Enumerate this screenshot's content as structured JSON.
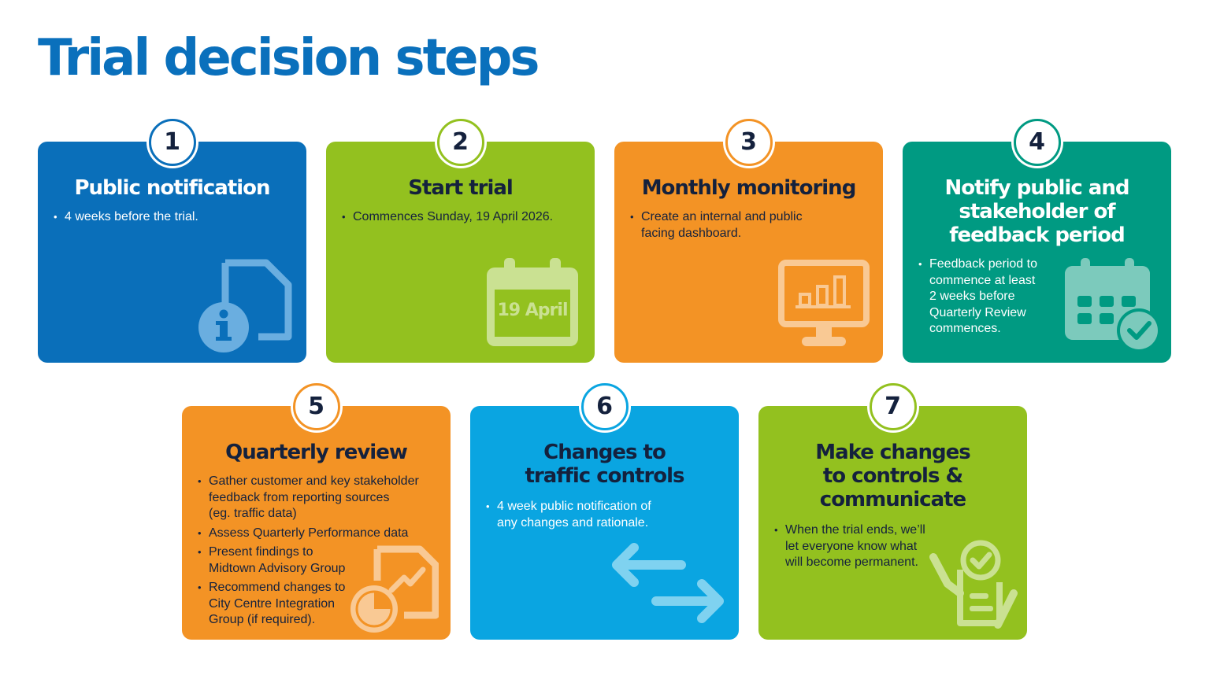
{
  "title": "Trial decision steps",
  "steps": [
    {
      "number": "1",
      "title": "Public notification",
      "bullets": [
        "4 weeks before the trial."
      ],
      "color": "#0a6fba",
      "icon": "document-info-icon"
    },
    {
      "number": "2",
      "title": "Start trial",
      "bullets": [
        "Commences Sunday, 19 April 2026."
      ],
      "color": "#93c11f",
      "icon": "calendar-icon",
      "icon_text": "19 April"
    },
    {
      "number": "3",
      "title": "Monthly monitoring",
      "bullets": [
        "Create an internal and public\nfacing dashboard."
      ],
      "color": "#f39325",
      "icon": "monitor-chart-icon"
    },
    {
      "number": "4",
      "title": "Notify public and\nstakeholder of\nfeedback period",
      "bullets": [
        "Feedback period to\ncommence at least\n2 weeks before\nQuarterly Review\ncommences."
      ],
      "color": "#009a82",
      "icon": "calendar-check-icon"
    },
    {
      "number": "5",
      "title": "Quarterly review",
      "bullets": [
        "Gather customer and key stakeholder\nfeedback from reporting sources\n(eg. traffic data)",
        "Assess Quarterly Performance data",
        "Present findings to\nMidtown Advisory Group",
        "Recommend changes to\nCity Centre Integration\nGroup (if required)."
      ],
      "color": "#f39325",
      "icon": "report-chart-icon"
    },
    {
      "number": "6",
      "title": "Changes to\ntraffic controls",
      "bullets": [
        "4 week public notification of\nany changes and rationale."
      ],
      "color": "#0aa5e1",
      "icon": "arrows-exchange-icon"
    },
    {
      "number": "7",
      "title": "Make changes\nto controls &\ncommunicate",
      "bullets": [
        "When the trial ends, we’ll\nlet everyone know what\nwill become permanent."
      ],
      "color": "#93c11f",
      "icon": "clipboard-check-icon"
    }
  ]
}
